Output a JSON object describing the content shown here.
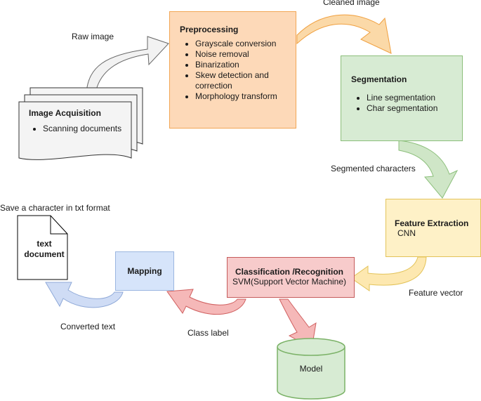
{
  "labels": {
    "raw_image": "Raw image",
    "cleaned_image": "Cleaned image",
    "segmented_characters": "Segmented characters",
    "feature_vector": "Feature vector",
    "class_label": "Class label",
    "converted_text": "Converted text",
    "save_character": "Save a character in txt format"
  },
  "image_acquisition": {
    "title": "Image Acquisition",
    "items": [
      "Scanning documents"
    ]
  },
  "preprocessing": {
    "title": "Preprocessing",
    "items": [
      "Grayscale conversion",
      "Noise removal",
      "Binarization",
      "Skew detection and correction",
      "Morphology transform"
    ]
  },
  "segmentation": {
    "title": "Segmentation",
    "items": [
      "Line segmentation",
      "Char segmentation"
    ]
  },
  "feature_extraction": {
    "title": "Feature Extraction",
    "subtitle": "CNN"
  },
  "classification": {
    "title": "Classification /Recognition",
    "subtitle": "SVM(Support Vector Machine)"
  },
  "mapping": {
    "title": "Mapping"
  },
  "text_document": {
    "line1": "text",
    "line2": "document"
  },
  "model": {
    "title": "Model"
  }
}
